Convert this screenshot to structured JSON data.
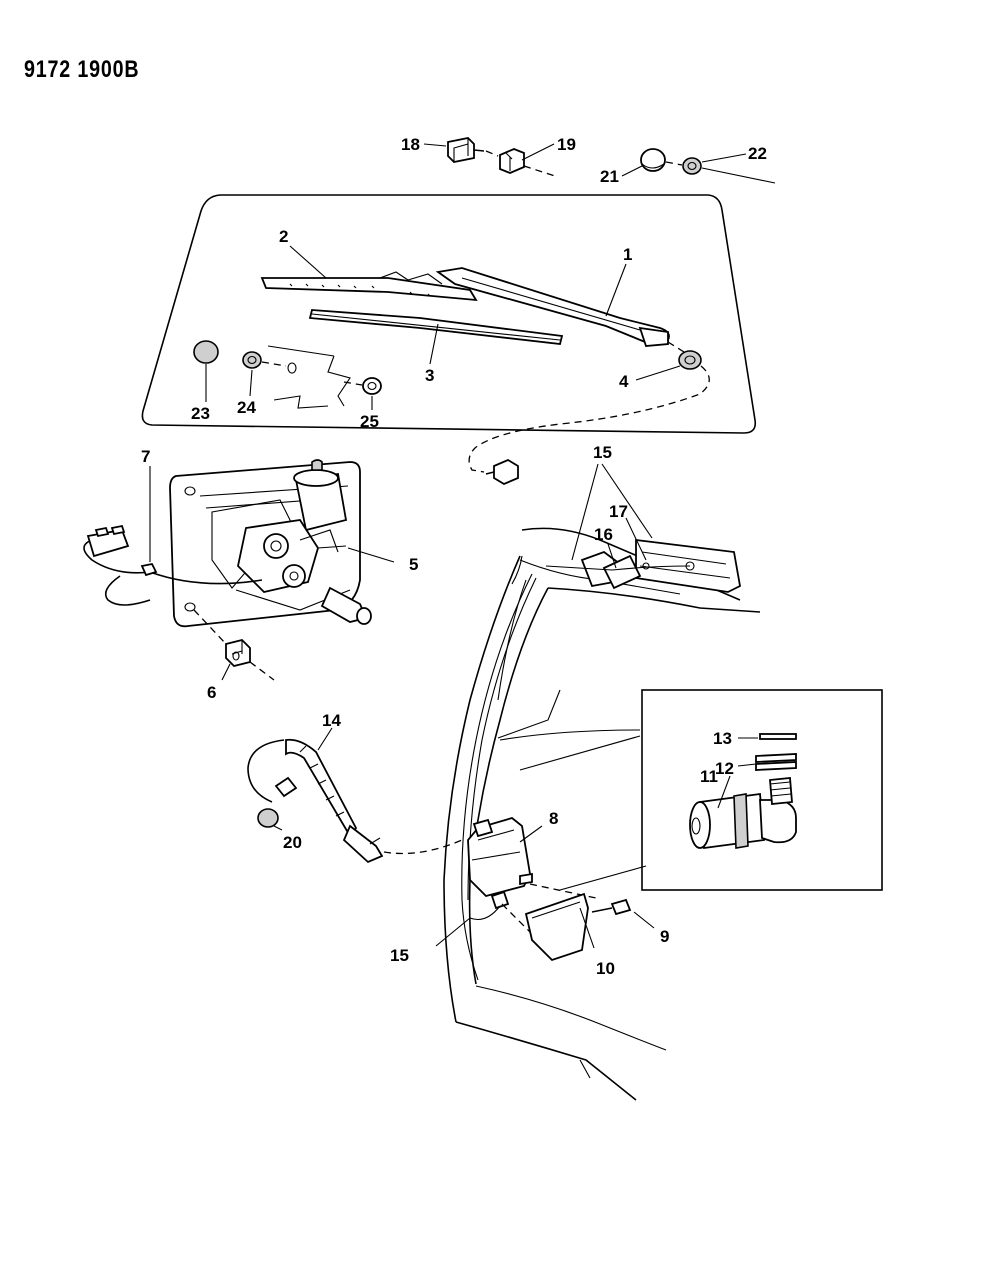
{
  "diagram_code": "9172 1900B",
  "callouts": {
    "c1": "1",
    "c2": "2",
    "c3": "3",
    "c4": "4",
    "c5": "5",
    "c6": "6",
    "c7": "7",
    "c8": "8",
    "c9": "9",
    "c10": "10",
    "c11": "11",
    "c12": "12",
    "c13": "13",
    "c14": "14",
    "c15a": "15",
    "c15b": "15",
    "c16": "16",
    "c17": "17",
    "c18": "18",
    "c19": "19",
    "c20": "20",
    "c21": "21",
    "c22": "22",
    "c23": "23",
    "c24": "24",
    "c25": "25"
  }
}
